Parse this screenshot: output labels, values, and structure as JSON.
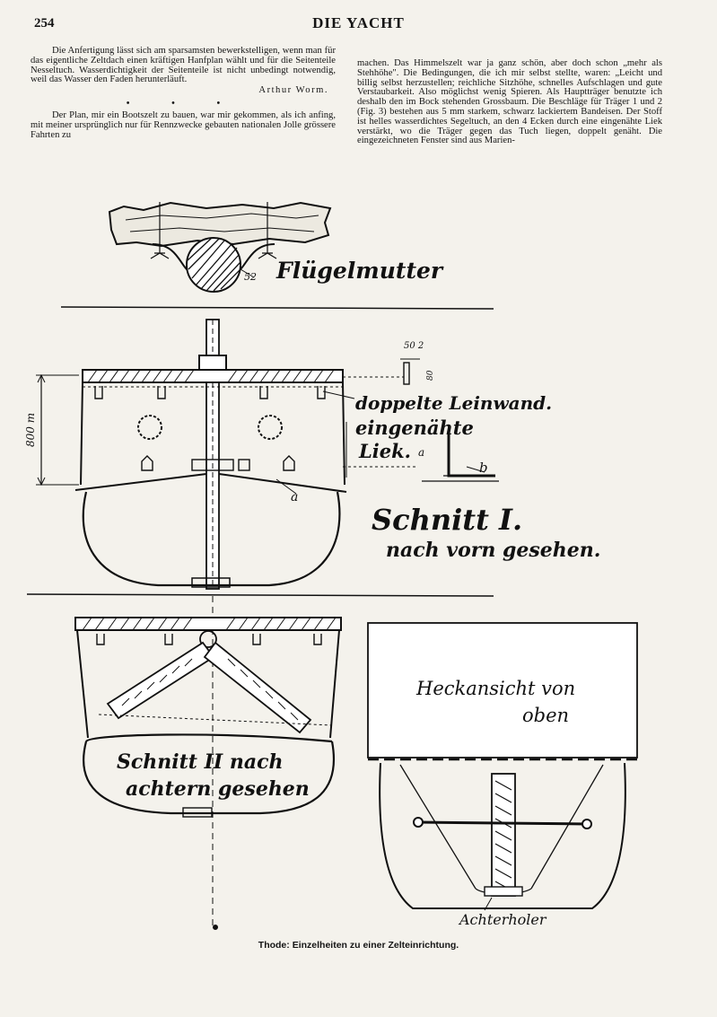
{
  "header": {
    "page_number": "254",
    "running_title": "DIE YACHT"
  },
  "left_column": {
    "para1": "Die Anfertigung lässt sich am sparsamsten bewerkstelligen, wenn man für das eigentliche Zeltdach einen kräftigen Hanfplan wählt und für die Seitenteile Nesseltuch. Wasserdichtigkeit der Seitenteile ist nicht unbedingt notwendig, weil das Wasser den Faden herunterläuft.",
    "signature": "Arthur Worm.",
    "separator": "• • •",
    "para2": "Der Plan, mir ein Bootszelt zu bauen, war mir gekommen, als ich anfing, mit meiner ursprünglich nur für Rennzwecke gebauten nationalen Jolle grössere Fahrten zu"
  },
  "right_column": {
    "para1": "machen. Das Himmelszelt war ja ganz schön, aber doch schon „mehr als Stehhöhe\". Die Bedingungen, die ich mir selbst stellte, waren: „Leicht und billig selbst herzustellen; reichliche Sitzhöhe, schnelles Aufschlagen und gute Verstaubarkeit. Also möglichst wenig Spieren. Als Hauptträger benutzte ich deshalb den im Bock stehenden Grossbaum. Die Beschläge für Träger 1 und 2 (Fig. 3) bestehen aus 5 mm starkem, schwarz lackiertem Bandeisen. Der Stoff ist helles wasserdichtes Segeltuch, an den 4 Ecken durch eine eingenähte Liek verstärkt, wo die Träger gegen das Tuch liegen, doppelt genäht. Die eingezeichneten Fenster sind aus Marien-"
  },
  "figure": {
    "label_nut": "Flügelmutter",
    "label_52_top": "52",
    "label_502": "50 2",
    "label_80": "80",
    "label_800": "800 m",
    "label_double": "doppelte Leinwand.",
    "label_sewn": "eingenähte",
    "label_liek": "Liek.",
    "label_a_small": "a",
    "label_a": "a",
    "label_b": "b",
    "label_section1_a": "Schnitt I.",
    "label_section1_b": "nach vorn gesehen.",
    "label_section2_a": "Schnitt II nach",
    "label_section2_b": "achtern gesehen",
    "label_stern_a": "Heckansicht von",
    "label_stern_b": "oben",
    "label_halyard": "Achterholer"
  },
  "caption": "Thode: Einzelheiten zu einer Zelteinrichtung."
}
